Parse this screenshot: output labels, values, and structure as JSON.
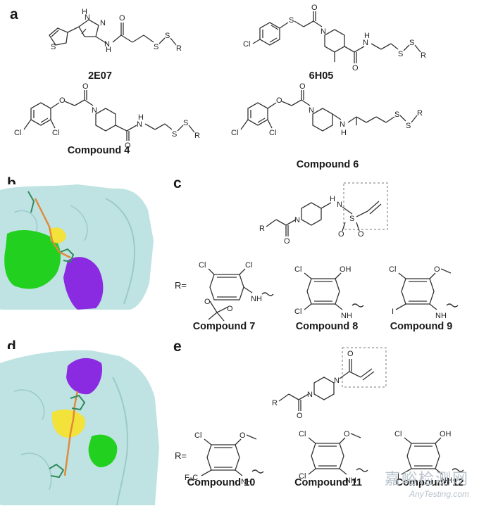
{
  "panels": {
    "a": "a",
    "b": "b",
    "c": "c",
    "d": "d",
    "e": "e"
  },
  "compounds": {
    "c2e07": "2E07",
    "c6h05": "6H05",
    "c4": "Compound 4",
    "c6": "Compound 6",
    "c7": "Compound 7",
    "c8": "Compound 8",
    "c9": "Compound 9",
    "c10": "Compound 10",
    "c11": "Compound 11",
    "c12": "Compound 12"
  },
  "r_equals": "R=",
  "atoms": {
    "nh": "NH",
    "h": "H",
    "n": "N",
    "o": "O",
    "s": "S",
    "r": "R",
    "cl": "Cl",
    "i": "I",
    "oh": "OH",
    "cf3": "F₃C"
  },
  "colors": {
    "surface": "#bfe3e3",
    "surface_shade": "#9cc9ca",
    "green_region": "#22d11f",
    "purple_region": "#8a2be2",
    "yellow_region": "#f2e23a",
    "ligand": "#2f8a5a"
  },
  "watermark": {
    "cn": "嘉峪检测网",
    "en": "AnyTesting.com"
  }
}
